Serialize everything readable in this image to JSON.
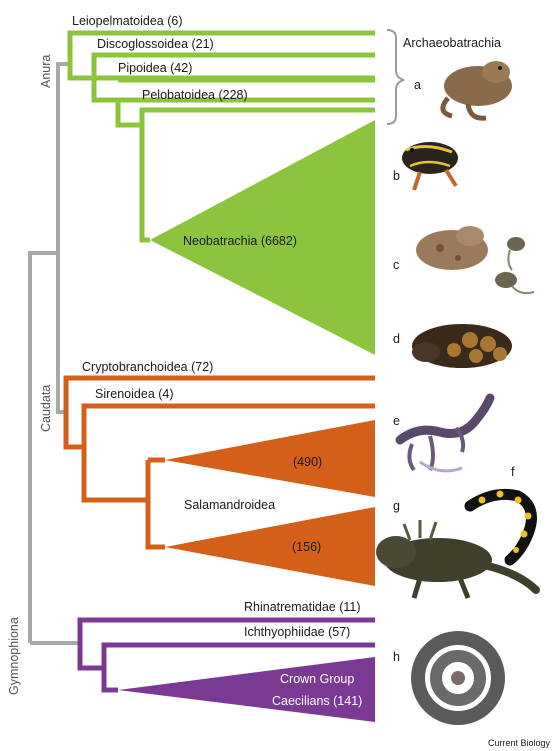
{
  "groups": {
    "anura": "Anura",
    "caudata": "Caudata",
    "gymnophiona": "Gymnophiona"
  },
  "taxa": {
    "leiopelmatoidea": "Leiopelmatoidea (6)",
    "discoglossoidea": "Discoglossoidea (21)",
    "pipoidea": "Pipoidea (42)",
    "pelobatoidea": "Pelobatoidea (228)",
    "neobatrachia": "Neobatrachia (6682)",
    "cryptobranchoidea": "Cryptobranchoidea (72)",
    "sirenoidea": "Sirenoidea (4)",
    "salamandroidea": "Salamandroidea",
    "salamandroidea_upper": "(490)",
    "salamandroidea_lower": "(156)",
    "rhinatrematidae": "Rhinatrematidae (11)",
    "ichthyophiidae": "Ichthyophiidae (57)",
    "crown_caecilians_line1": "Crown Group",
    "crown_caecilians_line2": "Caecilians (141)"
  },
  "archaeobatrachia": "Archaeobatrachia",
  "photo_letters": [
    "a",
    "b",
    "c",
    "d",
    "e",
    "f",
    "g",
    "h"
  ],
  "credit": "Current Biology",
  "colors": {
    "anura": "#8cc43e",
    "caudata": "#d45f18",
    "gymnophiona": "#7a3a93",
    "backbone": "#a8a8a8"
  }
}
